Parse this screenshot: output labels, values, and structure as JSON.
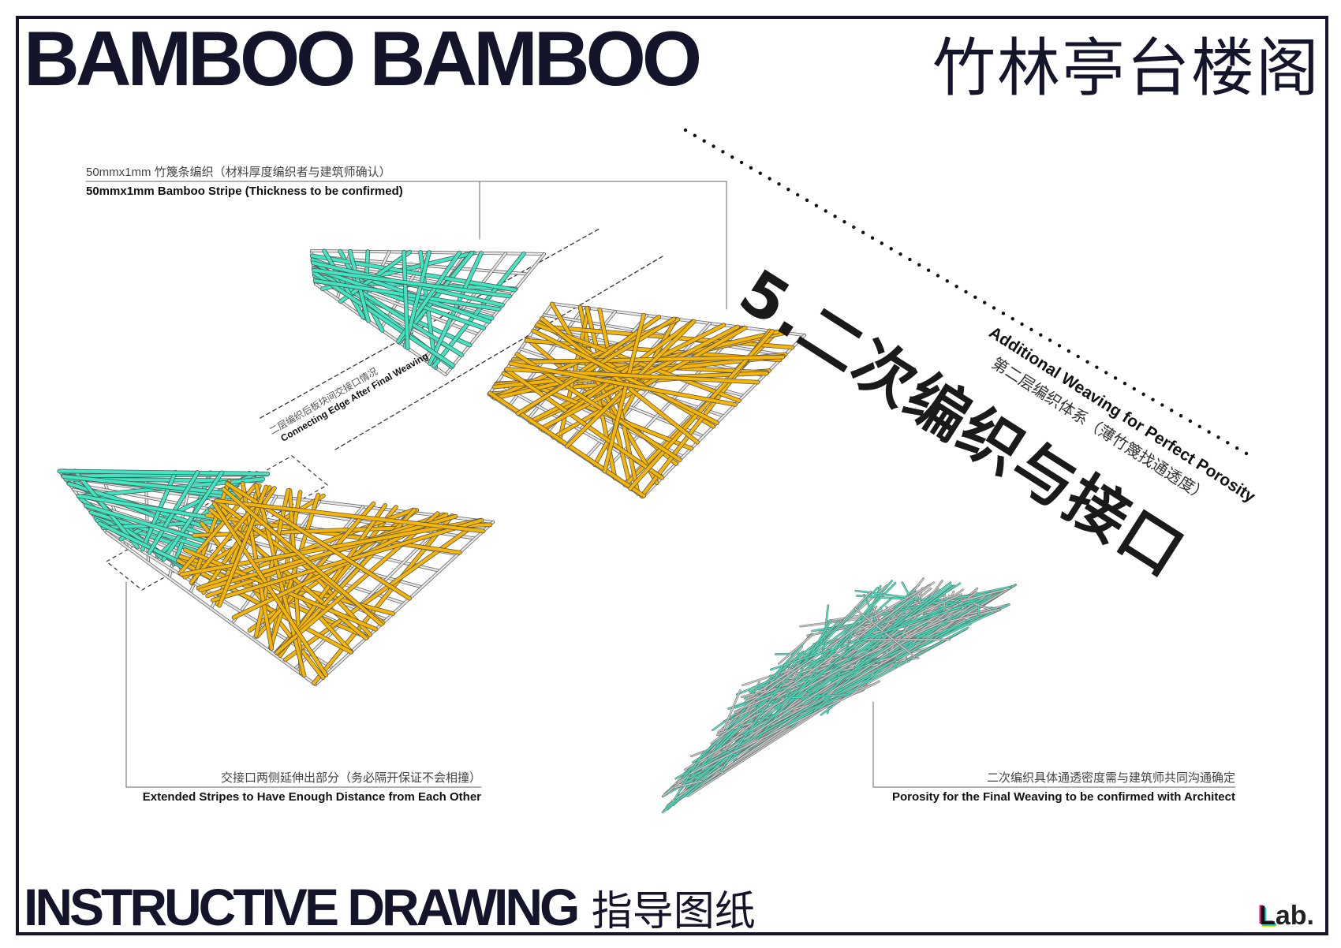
{
  "header": {
    "title_en": "BAMBOO BAMBOO",
    "title_cn": "竹林亭台楼阁"
  },
  "section": {
    "heading": "5.二次编织与接口",
    "subtitle_en": "Additional Weaving for Perfect Porosity",
    "subtitle_cn": "第二层编织体系（薄竹篾找通透度）"
  },
  "annotations": {
    "stripe": {
      "cn": "50mmx1mm 竹篾条编织（材料厚度编织者与建筑师确认）",
      "en": "50mmx1mm Bamboo Stripe (Thickness to be confirmed)"
    },
    "connecting_edge": {
      "cn": "二层编织后板块间交接口情况",
      "en": "Connecting Edge After Final Weaving"
    },
    "extended": {
      "cn": "交接口两侧延伸出部分（务必隔开保证不会相撞）",
      "en": "Extended Stripes to Have Enough Distance from Each Other"
    },
    "porosity": {
      "cn": "二次编织具体通透密度需与建筑师共同沟通确定",
      "en": "Porosity for the Final Weaving to be confirmed with Architect"
    }
  },
  "footer": {
    "title_en": "INSTRUCTIVE DRAWING",
    "title_cn": "指导图纸",
    "logo": "Lab."
  },
  "colors": {
    "frame": "#14142b",
    "teal_weave": "#3fe6c2",
    "yellow_weave": "#f7b500",
    "grey_structure": "#9a9a9a"
  }
}
